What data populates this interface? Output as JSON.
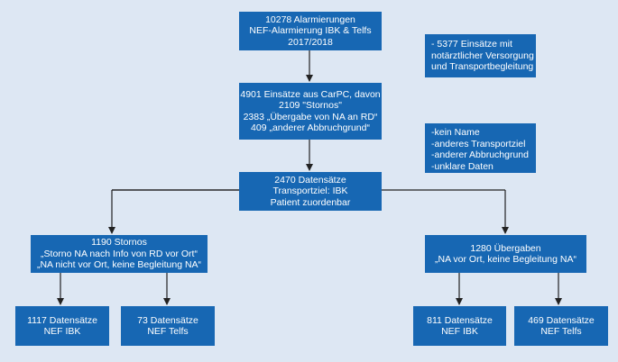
{
  "boxes": {
    "alarms": [
      "10278 Alarmierungen",
      "NEF-Alarmierung IBK & Telfs",
      "2017/2018"
    ],
    "carpc": [
      "4901 Einsätze aus  CarPC, davon",
      "2109 \"Stornos\"",
      "2383 „Übergabe von NA an RD“",
      "409 „anderer Abbruchgrund“"
    ],
    "records": [
      "2470 Datensätze",
      "Transportziel: IBK",
      "Patient zuordenbar"
    ],
    "stornos": [
      "1190 Stornos",
      "„Storno NA nach Info von RD vor Ort“",
      "„NA nicht vor Ort, keine Begleitung NA“"
    ],
    "uebergaben": [
      "1280 Übergaben",
      "„NA vor Ort, keine Begleitung NA“"
    ],
    "stornos_ibk": [
      "1117 Datensätze",
      "NEF IBK"
    ],
    "stornos_telfs": [
      "73 Datensätze",
      "NEF Telfs"
    ],
    "uebergaben_ibk": [
      "811 Datensätze",
      "NEF IBK"
    ],
    "uebergaben_telfs": [
      "469 Datensätze",
      "NEF Telfs"
    ]
  },
  "notes": {
    "excluded_transport": [
      "- 5377 Einsätze mit",
      "notärztlicher Versorgung",
      "und Transportbegleitung"
    ],
    "exclusion_reasons": [
      "-kein Name",
      "-anderes Transportziel",
      "-anderer Abbruchgrund",
      "-unklare Daten"
    ]
  },
  "colors": {
    "box": "#1767b3",
    "background": "#dde7f3",
    "line": "#222222"
  }
}
